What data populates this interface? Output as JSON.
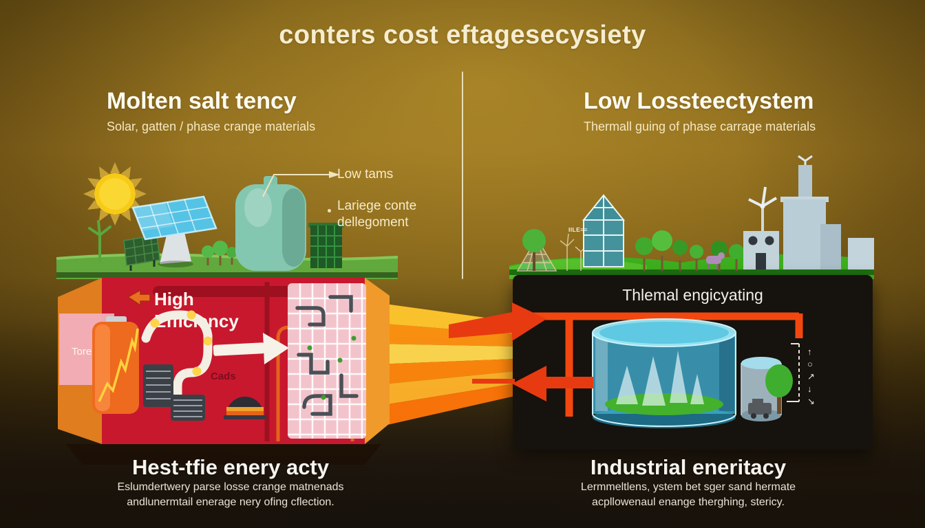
{
  "title": "conters cost eftagesecysiety",
  "left_panel": {
    "heading": "Molten salt tency",
    "subheading": "Solar, gatten / phase crange materials",
    "callouts": {
      "low_tams": "Low tams",
      "large_line1": "Lariege conte",
      "large_line2": "dellegoment"
    },
    "cross_section": {
      "label_line1": "High",
      "label_line2": "Efficiency",
      "tank_label": "Tore",
      "machine_label": "Cads"
    },
    "caption": {
      "title": "Hest-tfie enery acty",
      "line1": "Eslumdertwery parse losse crange matnenads",
      "line2": "andlunermtail enerage nery ofing cflection."
    }
  },
  "right_panel": {
    "heading": "Low Lossteectystem",
    "subheading": "Thermall guing of phase carrage materials",
    "tiny_label": "IILE≡≡",
    "black_box": {
      "label": "Thlemal engicyating",
      "flow_glyphs": [
        "↑",
        "○",
        "↗",
        "↓",
        "↘"
      ]
    },
    "caption": {
      "title": "Industrial eneritacy",
      "line1": "Lermmeltlens, ystem bet sger sand hermate",
      "line2": "acpllowenaul enange therghing, stericy."
    }
  },
  "colors": {
    "background_gold": "#8b691c",
    "cream_text": "#f5edd0",
    "box_red": "#c8182e",
    "box_orange": "#e8851f",
    "beam_orange": "#ff9212",
    "arrow_red": "#e8380f",
    "black_box": "#16120d",
    "tank_blue": "#3fa9cc",
    "grass_green": "#3dae1e"
  }
}
